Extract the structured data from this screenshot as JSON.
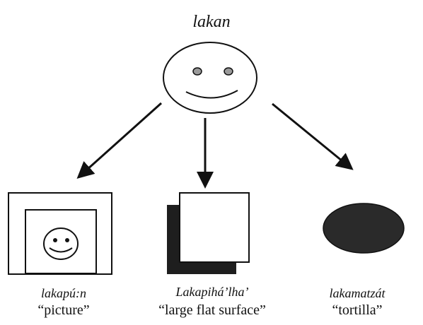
{
  "title": "lakan",
  "children": [
    {
      "term": "lakapú:n",
      "gloss": "“picture”",
      "icon": "framed-face-picture-icon"
    },
    {
      "term": "Lakapihá’lha’",
      "gloss": "“large flat surface”",
      "icon": "flat-surface-square-icon"
    },
    {
      "term": "lakamatzát",
      "gloss": "“tortilla”",
      "icon": "tortilla-ellipse-icon"
    }
  ],
  "colors": {
    "ink": "#111111",
    "fill_dark": "#2a2a2a",
    "shadow": "#1e1e1e",
    "background": "#ffffff"
  }
}
